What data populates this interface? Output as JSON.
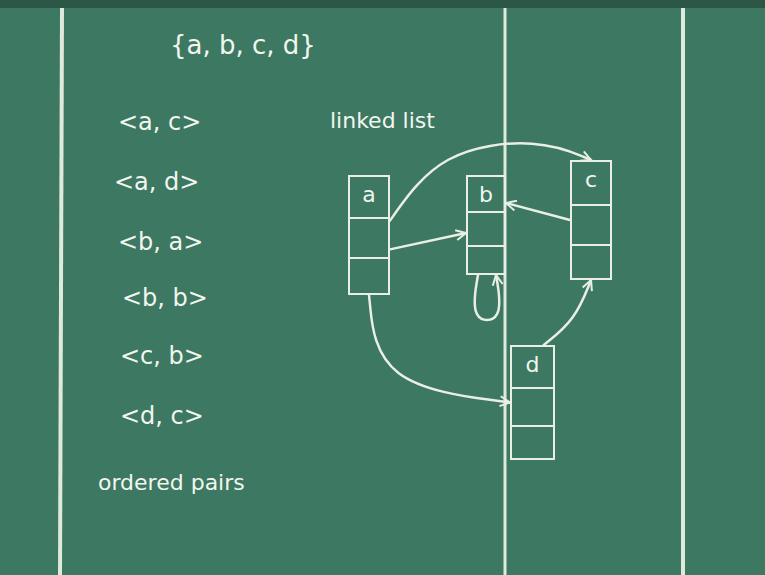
{
  "diagram": {
    "nodes": [
      {
        "text": [
          "a"
        ]
      },
      {
        "text": [
          "b"
        ]
      },
      {
        "text": [
          "c"
        ]
      },
      {
        "text": [
          "d"
        ]
      }
    ],
    "edges": [
      {
        "from": 0,
        "to": 2,
        "arrow": "to"
      },
      {
        "from": 0,
        "to": 1,
        "arrow": "to"
      },
      {
        "from": 0,
        "to": 3,
        "arrow": "to"
      },
      {
        "from": 1,
        "to": 1,
        "arrow": "to"
      },
      {
        "from": 2,
        "to": 1,
        "arrow": "to"
      },
      {
        "from": 3,
        "to": 2,
        "arrow": "to"
      }
    ],
    "labels": [
      "{a, b, c, d}",
      "<a, c>",
      "<a, d>",
      "<b, a>",
      "<b, b>",
      "<c, b>",
      "<d, c>",
      "linked list",
      "ordered pairs"
    ]
  }
}
